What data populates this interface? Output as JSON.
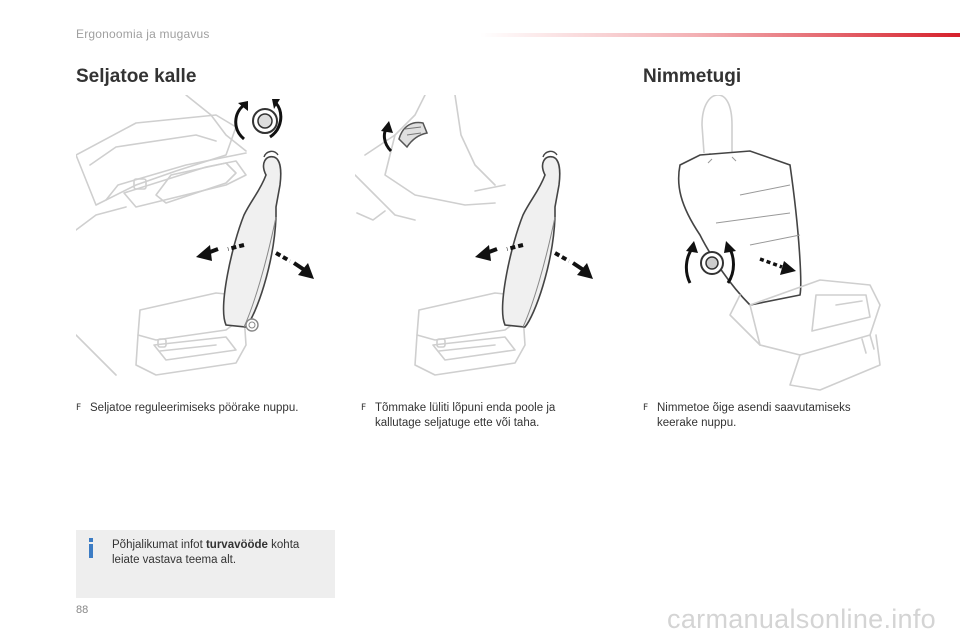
{
  "header": {
    "section": "Ergonoomia ja mugavus",
    "accent_color": "#d6202b"
  },
  "sections": {
    "left_title": "Seljatoe kalle",
    "right_title": "Nimmetugi"
  },
  "instructions": [
    {
      "bullet": "F",
      "text": "Seljatoe reguleerimiseks pöörake nuppu."
    },
    {
      "bullet": "F",
      "text": "Tõmmake lüliti lõpuni enda poole ja kallutage seljatuge ette või taha."
    },
    {
      "bullet": "F",
      "text": "Nimmetoe õige asendi saavutamiseks keerake nuppu."
    }
  ],
  "info": {
    "icon": "info-icon",
    "icon_color": "#3c7cc4",
    "text_before": "Põhjalikumat infot ",
    "text_bold": "turvavööde",
    "text_after": " kohta leiate vastava teema alt."
  },
  "footer": {
    "page_number": "88",
    "watermark": "carmanualsonline.info"
  }
}
